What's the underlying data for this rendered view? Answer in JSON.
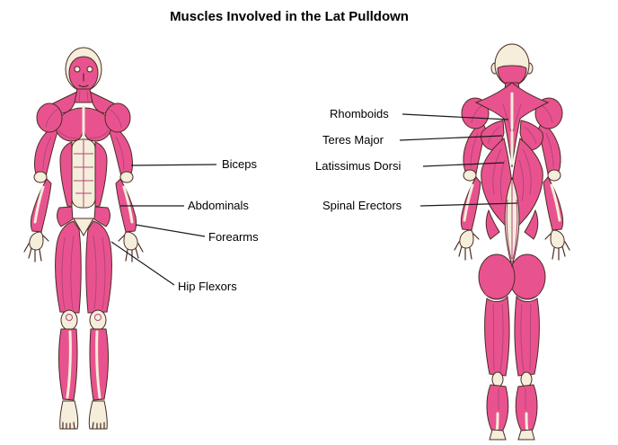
{
  "title": "Muscles Involved in the Lat Pulldown",
  "labels": {
    "left": [
      {
        "text": "Biceps"
      },
      {
        "text": "Abdominals"
      },
      {
        "text": "Forearms"
      },
      {
        "text": "Hip Flexors"
      }
    ],
    "right": [
      {
        "text": "Rhomboids"
      },
      {
        "text": "Teres Major"
      },
      {
        "text": "Latissimus Dorsi"
      },
      {
        "text": "Spinal Erectors"
      }
    ]
  },
  "colors": {
    "muscle_pink": "#e8538f",
    "tendon_cream": "#f4eedb",
    "outline": "#4a2b22",
    "detail_line": "#b5447a",
    "pointer_line": "#1a1a1a"
  }
}
